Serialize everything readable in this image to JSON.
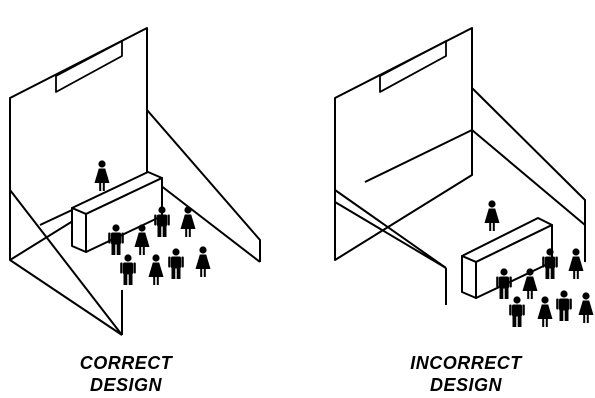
{
  "panels": [
    {
      "caption_line1": "CORRECT",
      "caption_line2": "DESIGN"
    },
    {
      "caption_line1": "INCORRECT",
      "caption_line2": "DESIGN"
    }
  ],
  "colors": {
    "ink": "#000000",
    "background": "#ffffff"
  }
}
